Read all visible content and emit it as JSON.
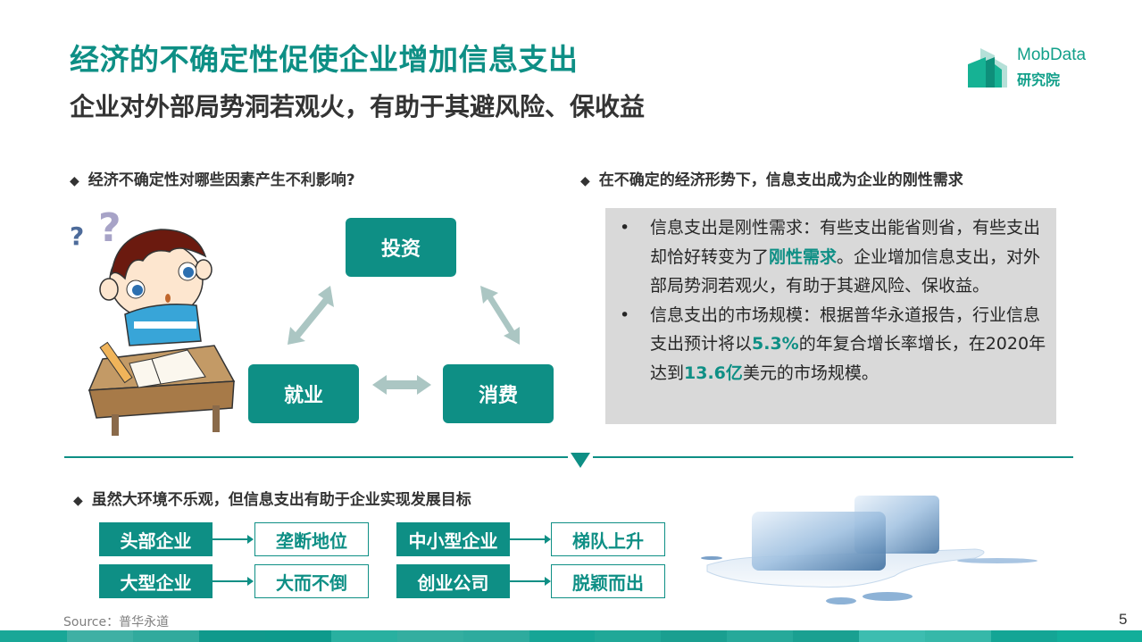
{
  "header": {
    "title": "经济的不确定性促使企业增加信息支出",
    "subtitle": "企业对外部局势洞若观火，有助于其避风险、保收益"
  },
  "logo": {
    "name": "MobData",
    "sub": "研究院"
  },
  "section_left": {
    "heading": "经济不确定性对哪些因素产生不利影响?",
    "image": "boy-thinking-at-desk-illustration",
    "cycle_nodes": [
      {
        "label": "投资"
      },
      {
        "label": "就业"
      },
      {
        "label": "消费"
      }
    ]
  },
  "section_right": {
    "heading": "在不确定的经济形势下，信息支出成为企业的刚性需求",
    "bullets": [
      {
        "p1": "信息支出是刚性需求：有些支出能省则省，有些支出却恰好转变为了",
        "h1": "刚性需求",
        "p2": "。企业增加信息支出，对外部局势洞若观火，有助于其避风险、保收益。"
      },
      {
        "p1": "信息支出的市场规模：根据普华永道报告，行业信息支出预计将以",
        "h1": "5.3%",
        "p2": "的年复合增长率增长，在2020年达到",
        "h2": "13.6亿",
        "p3": "美元的市场规模。"
      }
    ]
  },
  "section_bottom": {
    "heading": "虽然大环境不乐观，但信息支出有助于企业实现发展目标",
    "pairs": [
      {
        "from": "头部企业",
        "to": "垄断地位"
      },
      {
        "from": "大型企业",
        "to": "大而不倒"
      },
      {
        "from": "中小型企业",
        "to": "梯队上升"
      },
      {
        "from": "创业公司",
        "to": "脱颖而出"
      }
    ],
    "image": "melting-ice-cubes-photo"
  },
  "footer": {
    "source": "Source：普华永道",
    "page": "5"
  },
  "colors": {
    "accent": "#0e8f85",
    "text": "#333333",
    "box_bg": "#d9d9d9",
    "arrow": "#a9c4c2"
  },
  "icons": {
    "bullet_marker": "diamond-icon"
  }
}
